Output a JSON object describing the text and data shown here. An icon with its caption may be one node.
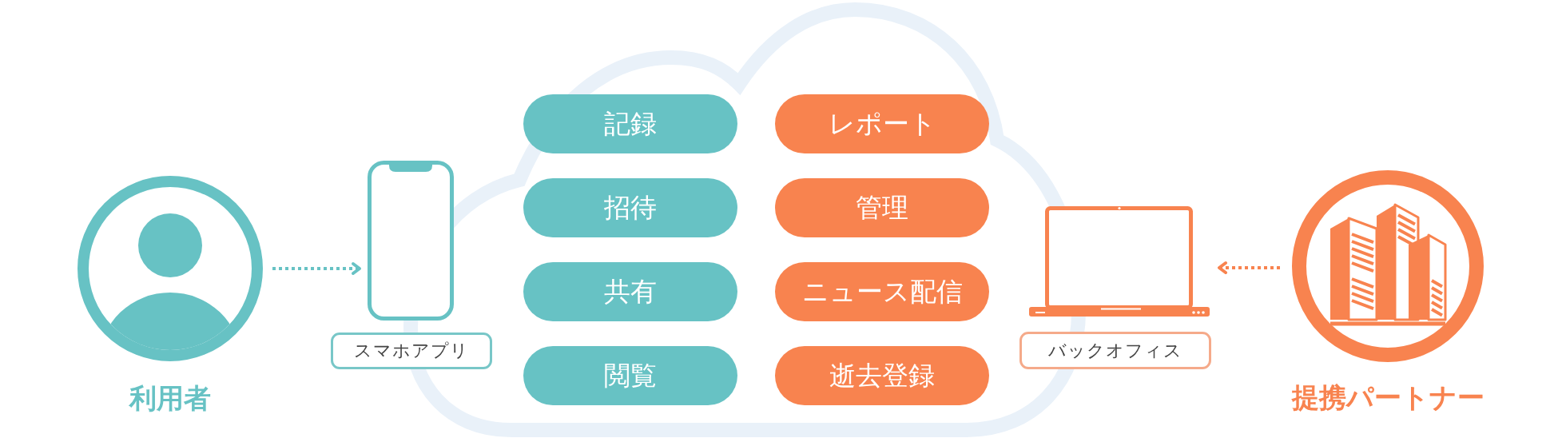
{
  "diagram": {
    "nodes": [
      {
        "text": [
          "利用者"
        ]
      },
      {
        "text": [],
        "shape": "phone"
      },
      {
        "text": [
          "スマホアプリ"
        ]
      },
      {
        "text": [],
        "shape": "cloud"
      },
      {
        "text": [
          "記録"
        ],
        "in": 3
      },
      {
        "text": [
          "レポート"
        ],
        "in": 3
      },
      {
        "text": [
          "招待"
        ],
        "in": 3
      },
      {
        "text": [
          "管理"
        ],
        "in": 3
      },
      {
        "text": [
          "共有"
        ],
        "in": 3
      },
      {
        "text": [
          "ニュース配信"
        ],
        "in": 3
      },
      {
        "text": [
          "閲覧"
        ],
        "in": 3
      },
      {
        "text": [
          "逝去登録"
        ],
        "in": 3
      },
      {
        "text": [],
        "shape": "laptop"
      },
      {
        "text": [
          "バックオフィス"
        ]
      },
      {
        "text": [
          "提携パートナー"
        ]
      }
    ],
    "edges": [
      {
        "from": 0,
        "to": 1,
        "arrow": "to",
        "style": "dashed",
        "color": "#67c2c4"
      },
      {
        "from": 14,
        "to": 12,
        "arrow": "to",
        "style": "dashed",
        "color": "#f8834f"
      }
    ]
  }
}
